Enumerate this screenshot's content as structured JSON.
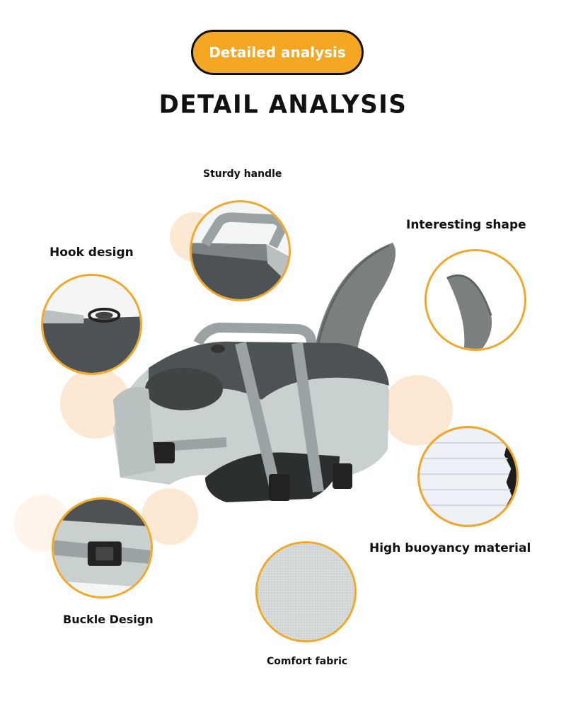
{
  "badge": {
    "text": "Detailed analysis"
  },
  "heading": "DETAIL ANALYSIS",
  "features": {
    "sturdy_handle": "Sturdy handle",
    "interesting_shape": "Interesting shape",
    "hook_design": "Hook design",
    "high_buoyancy": "High buoyancy material",
    "buckle_design": "Buckle Design",
    "comfort_fabric": "Comfort fabric"
  },
  "colors": {
    "accent": "#f5a623",
    "vest_light": "#c9d0d0",
    "vest_dark": "#4d5354",
    "halo": "#fde9d3"
  }
}
